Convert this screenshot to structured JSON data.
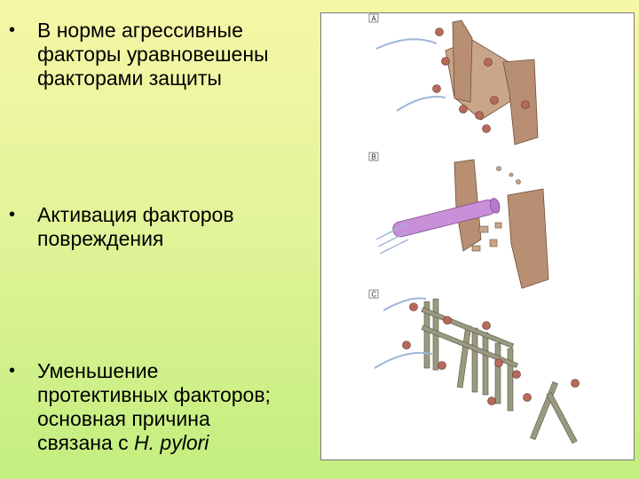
{
  "bullets": [
    {
      "marker": "•",
      "text": "В норме агрессивные\nфакторы уравновешены\nфакторами защиты"
    },
    {
      "marker": "•",
      "text": "Активация факторов\nповреждения"
    },
    {
      "marker": "•",
      "text": "Уменьшение\nпротективных факторов;\nосновная причина\nсвязана с ",
      "italic": "H. pylori"
    }
  ],
  "figure": {
    "panels": [
      {
        "label": "A",
        "scene": "intact-castle-wall"
      },
      {
        "label": "B",
        "scene": "cannon-breaching-wall"
      },
      {
        "label": "C",
        "scene": "broken-picket-fence"
      }
    ]
  },
  "colors": {
    "background_top": "#f6f7a6",
    "background_bottom": "#c3ee7e",
    "wall": "#c9a68a",
    "cannonball": "#b86a5a",
    "cannon": "#c98fd8",
    "fence": "#9a9a82"
  }
}
